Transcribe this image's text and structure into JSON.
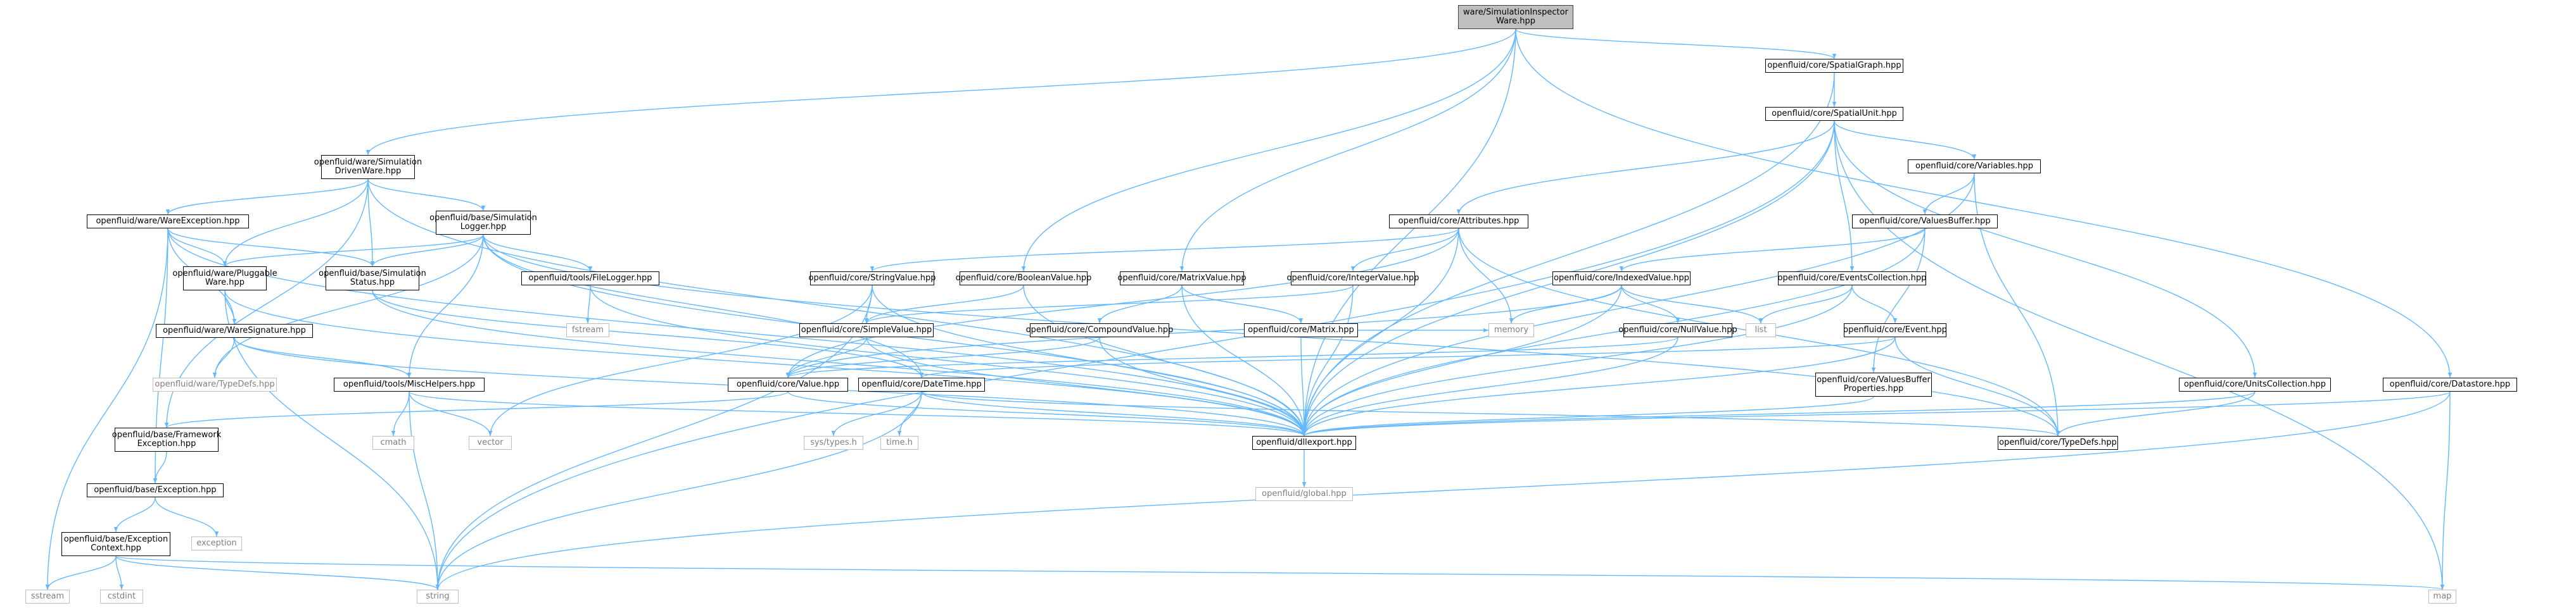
{
  "graph": {
    "line_color": "#63B8FF",
    "root_fill": "#BFBFBF",
    "external_text_color": "#7F7F7F",
    "nodes": {
      "root": {
        "lines": [
          "ware/SimulationInspector",
          "Ware.hpp"
        ]
      },
      "spatialgraph": {
        "lines": [
          "openfluid/core/SpatialGraph.hpp"
        ]
      },
      "spatialunit": {
        "lines": [
          "openfluid/core/SpatialUnit.hpp"
        ]
      },
      "drivenware": {
        "lines": [
          "openfluid/ware/Simulation",
          "DrivenWare.hpp"
        ]
      },
      "wareexception": {
        "lines": [
          "openfluid/ware/WareException.hpp"
        ]
      },
      "simlogger": {
        "lines": [
          "openfluid/base/Simulation",
          "Logger.hpp"
        ]
      },
      "pluggable": {
        "lines": [
          "openfluid/ware/Pluggable",
          "Ware.hpp"
        ]
      },
      "simstatus": {
        "lines": [
          "openfluid/base/Simulation",
          "Status.hpp"
        ]
      },
      "filelogger": {
        "lines": [
          "openfluid/tools/FileLogger.hpp"
        ]
      },
      "waresignature": {
        "lines": [
          "openfluid/ware/WareSignature.hpp"
        ]
      },
      "waretypedefs": {
        "lines": [
          "openfluid/ware/TypeDefs.hpp"
        ]
      },
      "mischelpers": {
        "lines": [
          "openfluid/tools/MiscHelpers.hpp"
        ]
      },
      "frameworkexc": {
        "lines": [
          "openfluid/base/Framework",
          "Exception.hpp"
        ]
      },
      "baseexception": {
        "lines": [
          "openfluid/base/Exception.hpp"
        ]
      },
      "exccontext": {
        "lines": [
          "openfluid/base/Exception",
          "Context.hpp"
        ]
      },
      "sstream": {
        "lines": [
          "sstream"
        ]
      },
      "cstdint": {
        "lines": [
          "cstdint"
        ]
      },
      "string": {
        "lines": [
          "string"
        ]
      },
      "exception": {
        "lines": [
          "exception"
        ]
      },
      "cmath": {
        "lines": [
          "cmath"
        ]
      },
      "vector": {
        "lines": [
          "vector"
        ]
      },
      "fstream": {
        "lines": [
          "fstream"
        ]
      },
      "attributes": {
        "lines": [
          "openfluid/core/Attributes.hpp"
        ]
      },
      "stringvalue": {
        "lines": [
          "openfluid/core/StringValue.hpp"
        ]
      },
      "booleanvalue": {
        "lines": [
          "openfluid/core/BooleanValue.hpp"
        ]
      },
      "matrixvalue": {
        "lines": [
          "openfluid/core/MatrixValue.hpp"
        ]
      },
      "integervalue": {
        "lines": [
          "openfluid/core/IntegerValue.hpp"
        ]
      },
      "simplevalue": {
        "lines": [
          "openfluid/core/SimpleValue.hpp"
        ]
      },
      "compoundvalue": {
        "lines": [
          "openfluid/core/CompoundValue.hpp"
        ]
      },
      "matrix": {
        "lines": [
          "openfluid/core/Matrix.hpp"
        ]
      },
      "value": {
        "lines": [
          "openfluid/core/Value.hpp"
        ]
      },
      "datetime": {
        "lines": [
          "openfluid/core/DateTime.hpp"
        ]
      },
      "systypes": {
        "lines": [
          "sys/types.h"
        ]
      },
      "timeh": {
        "lines": [
          "time.h"
        ]
      },
      "dllexport": {
        "lines": [
          "openfluid/dllexport.hpp"
        ]
      },
      "global": {
        "lines": [
          "openfluid/global.hpp"
        ]
      },
      "memory": {
        "lines": [
          "memory"
        ]
      },
      "indexedvalue": {
        "lines": [
          "openfluid/core/IndexedValue.hpp"
        ]
      },
      "nullvalue": {
        "lines": [
          "openfluid/core/NullValue.hpp"
        ]
      },
      "list": {
        "lines": [
          "list"
        ]
      },
      "variables": {
        "lines": [
          "openfluid/core/Variables.hpp"
        ]
      },
      "valuesbuffer": {
        "lines": [
          "openfluid/core/ValuesBuffer.hpp"
        ]
      },
      "eventscollection": {
        "lines": [
          "openfluid/core/EventsCollection.hpp"
        ]
      },
      "event": {
        "lines": [
          "openfluid/core/Event.hpp"
        ]
      },
      "vbprops": {
        "lines": [
          "openfluid/core/ValuesBuffer",
          "Properties.hpp"
        ]
      },
      "coretypedefs": {
        "lines": [
          "openfluid/core/TypeDefs.hpp"
        ]
      },
      "unitscollection": {
        "lines": [
          "openfluid/core/UnitsCollection.hpp"
        ]
      },
      "datastore": {
        "lines": [
          "openfluid/core/Datastore.hpp"
        ]
      },
      "map": {
        "lines": [
          "map"
        ]
      }
    }
  }
}
